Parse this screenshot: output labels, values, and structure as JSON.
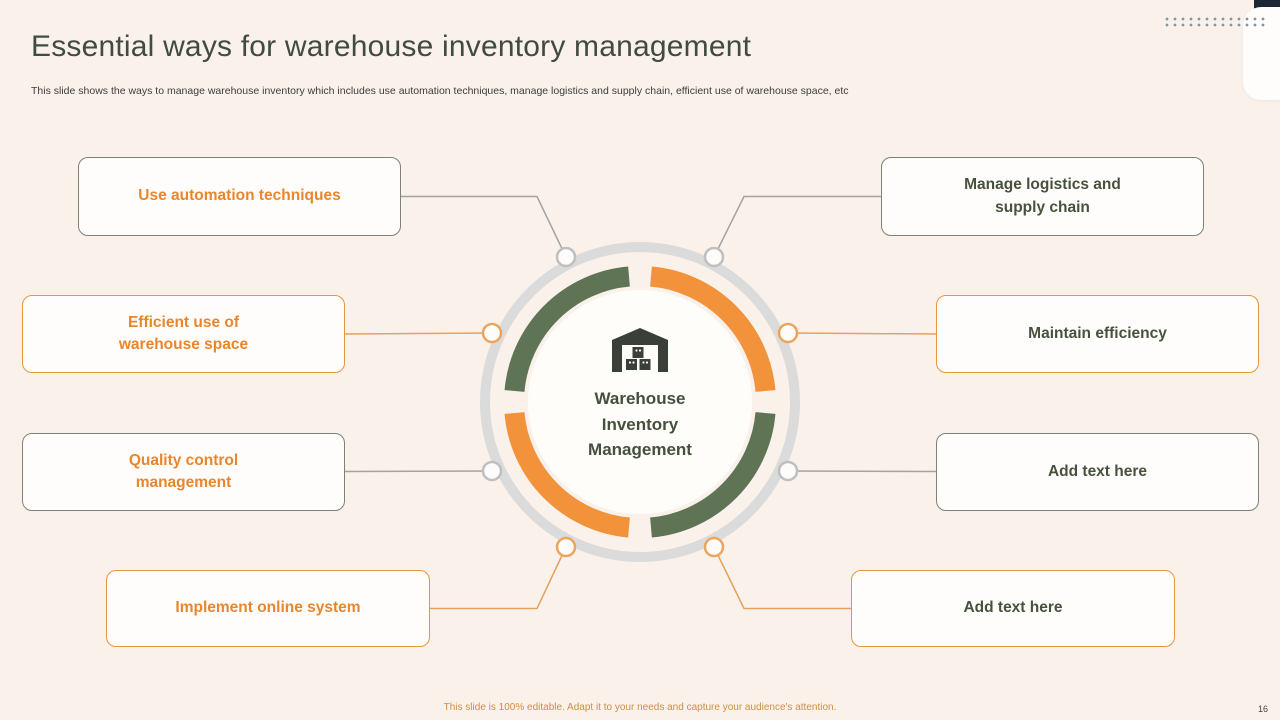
{
  "slide": {
    "title": "Essential ways for warehouse inventory management",
    "subtitle": "This slide shows the ways to manage warehouse inventory which includes use automation techniques, manage logistics and supply chain, efficient use of warehouse space, etc",
    "footer": "This slide is 100% editable.  Adapt it to your needs and capture your audience's attention.",
    "page_number": "16"
  },
  "diagram": {
    "center": {
      "label": "Warehouse Inventory Management",
      "icon": "warehouse-icon"
    },
    "left_boxes": [
      {
        "label": "Use automation techniques",
        "accent": "gray"
      },
      {
        "label": "Efficient use of\nwarehouse space",
        "accent": "orange"
      },
      {
        "label": "Quality control\nmanagement",
        "accent": "gray"
      },
      {
        "label": "Implement online system",
        "accent": "orange"
      }
    ],
    "right_boxes": [
      {
        "label": "Manage logistics and\nsupply chain",
        "accent": "gray"
      },
      {
        "label": "Maintain efficiency",
        "accent": "orange"
      },
      {
        "label": "Add text here",
        "accent": "gray"
      },
      {
        "label": "Add text here",
        "accent": "orange"
      }
    ],
    "colors": {
      "green": "#5f7355",
      "orange": "#f2933c",
      "ring_gray": "#dbdbdb",
      "text_orange": "#e8862d",
      "text_dark": "#47523e",
      "background": "#f9f1ea"
    }
  }
}
